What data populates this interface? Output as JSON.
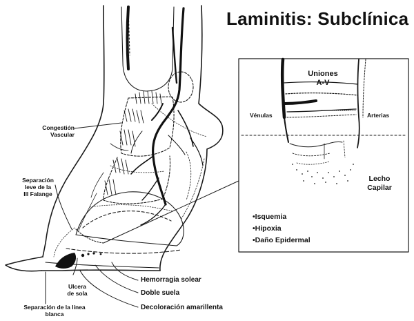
{
  "title": "Laminitis: Subclínica",
  "hoof_labels": {
    "congestion": [
      "Congestión",
      "Vascular"
    ],
    "separacion_falange": [
      "Separación",
      "leve de la",
      "III Falange"
    ],
    "ulcera": [
      "Ulcera",
      "de sola"
    ],
    "separacion_linea": [
      "Separación de la línea",
      "blanca"
    ],
    "hemorragia": "Hemorragia solear",
    "doble_suela": "Doble suela",
    "decoloracion": "Decoloración amarillenta"
  },
  "inset": {
    "uniones": [
      "Uniones",
      "A-V"
    ],
    "venulas": "Vénulas",
    "arterias": "Arterias",
    "lecho": [
      "Lecho",
      "Capilar"
    ],
    "bullets": [
      "•Isquemia",
      "•Hipoxia",
      "•Daño Epidermal"
    ]
  },
  "colors": {
    "ink": "#111111",
    "line": "#1a1a1a",
    "background": "#ffffff"
  }
}
